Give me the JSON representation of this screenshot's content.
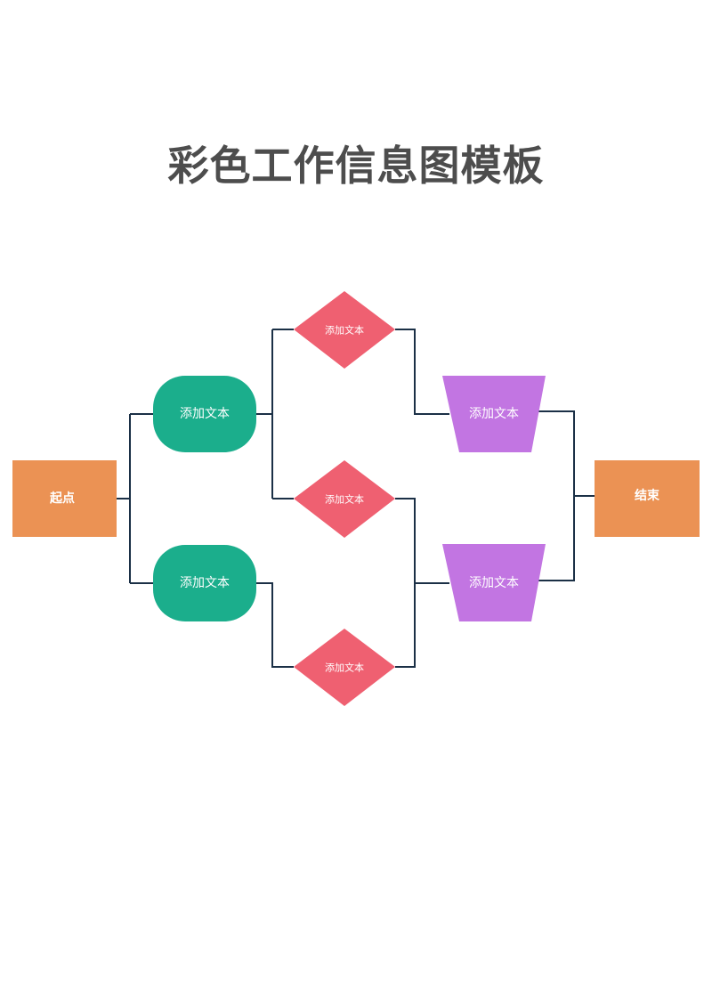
{
  "title": "彩色工作信息图模板",
  "colors": {
    "orange": "#eb9254",
    "green": "#1bae8c",
    "red": "#ef6071",
    "purple": "#c275e2",
    "connector": "#1b3046",
    "title": "#4d4d4d"
  },
  "nodes": {
    "start": {
      "label": "起点"
    },
    "end": {
      "label": "结束"
    },
    "process_top": {
      "label": "添加文本"
    },
    "process_bottom": {
      "label": "添加文本"
    },
    "decision_top": {
      "label": "添加文本"
    },
    "decision_middle": {
      "label": "添加文本"
    },
    "decision_bottom": {
      "label": "添加文本"
    },
    "trapezoid_top": {
      "label": "添加文本"
    },
    "trapezoid_bottom": {
      "label": "添加文本"
    }
  }
}
